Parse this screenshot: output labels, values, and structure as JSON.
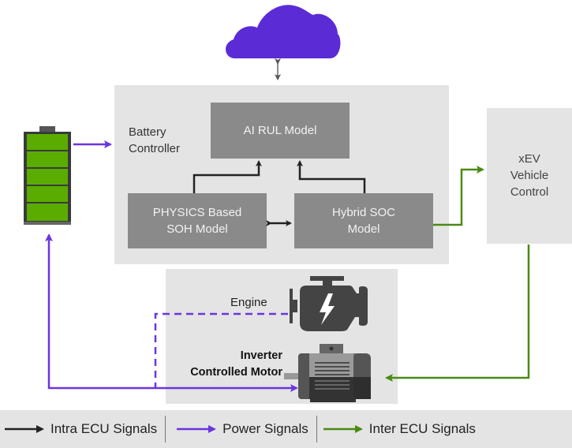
{
  "diagram": {
    "cloud": {
      "icon": "cloud-icon",
      "color": "#5b2bd6"
    },
    "battery": {
      "icon": "battery-icon",
      "cells": 5,
      "fill_color": "#5aad00"
    },
    "battery_controller": {
      "label_line1": "Battery",
      "label_line2": "Controller",
      "ai_rul_model": "AI RUL Model",
      "physics_model_line1": "PHYSICS Based",
      "physics_model_line2": "SOH Model",
      "hybrid_soc_line1": "Hybrid SOC",
      "hybrid_soc_line2": "Model"
    },
    "vehicle_control": {
      "line1": "xEV",
      "line2": "Vehicle",
      "line3": "Control"
    },
    "powertrain": {
      "engine_label": "Engine",
      "engine_icon": "engine-icon",
      "motor_label_line1": "Inverter",
      "motor_label_line2": "Controlled Motor",
      "motor_icon": "electric-motor-icon"
    }
  },
  "legend": {
    "items": [
      {
        "label": "Intra ECU Signals",
        "color": "#222222"
      },
      {
        "label": "Power Signals",
        "color": "#6a35e0"
      },
      {
        "label": "Inter ECU Signals",
        "color": "#4a8a12"
      }
    ]
  },
  "colors": {
    "intra": "#222222",
    "power": "#6a35e0",
    "inter": "#4a8a12",
    "panel": "#e4e4e4",
    "box": "#8a8a8a"
  }
}
